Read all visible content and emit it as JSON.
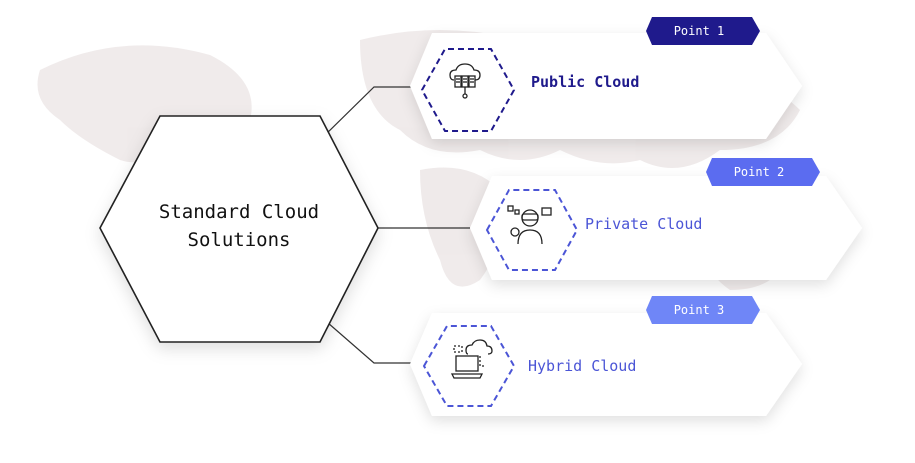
{
  "center": {
    "line1": "Standard Cloud",
    "line2": "Solutions"
  },
  "items": [
    {
      "badge": "Point 1",
      "label": "Public Cloud",
      "icon": "cloud-server-icon",
      "accent": "#1f1a8c",
      "badge_color": "#1f1a8c"
    },
    {
      "badge": "Point 2",
      "label": "Private Cloud",
      "icon": "vr-person-icon",
      "accent": "#4b55d6",
      "badge_color": "#5b6cf0"
    },
    {
      "badge": "Point 3",
      "label": "Hybrid Cloud",
      "icon": "laptop-cloud-icon",
      "accent": "#4b55d6",
      "badge_color": "#6f86f7"
    }
  ],
  "colors": {
    "text": "#111111",
    "connector": "#333333",
    "map": "#ece6e6"
  }
}
